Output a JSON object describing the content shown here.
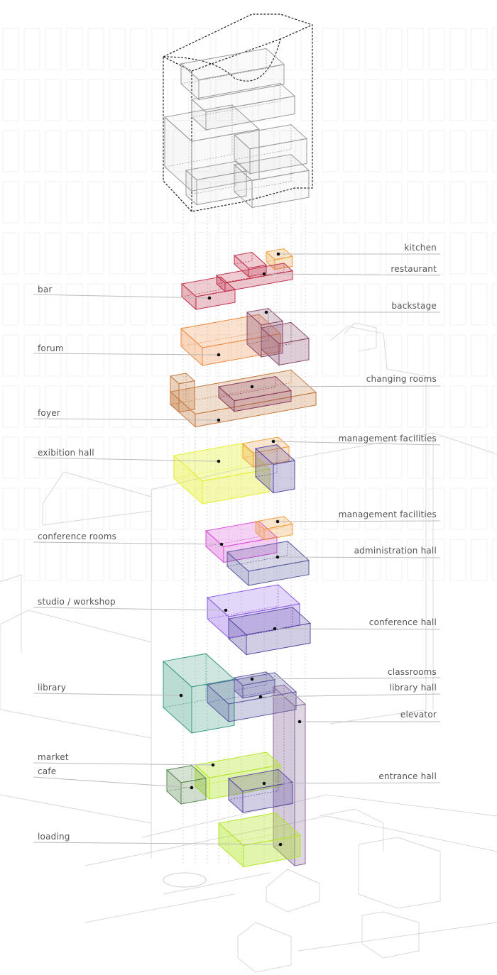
{
  "diagram": {
    "type": "exploded-axonometric",
    "labels_left": [
      {
        "id": "bar",
        "text": "bar",
        "color": "#c0304a"
      },
      {
        "id": "forum",
        "text": "forum",
        "color": "#f08a40"
      },
      {
        "id": "foyer",
        "text": "foyer",
        "color": "#c47a40"
      },
      {
        "id": "exibition-hall",
        "text": "exibition hall",
        "color": "#e6f030"
      },
      {
        "id": "conference-rooms",
        "text": "conference rooms",
        "color": "#d84ad8"
      },
      {
        "id": "studio-workshop",
        "text": "studio / workshop",
        "color": "#8a5ae6"
      },
      {
        "id": "library",
        "text": "library",
        "color": "#3a9a80"
      },
      {
        "id": "market",
        "text": "market",
        "color": "#b4e628"
      },
      {
        "id": "cafe",
        "text": "cafe",
        "color": "#5a8a50"
      },
      {
        "id": "loading",
        "text": "loading",
        "color": "#b4e628"
      }
    ],
    "labels_right": [
      {
        "id": "kitchen",
        "text": "kitchen",
        "color": "#f0a040"
      },
      {
        "id": "restaurant",
        "text": "restaurant",
        "color": "#c0304a"
      },
      {
        "id": "backstage",
        "text": "backstage",
        "color": "#8a4a6a"
      },
      {
        "id": "changing-rooms",
        "text": "changing rooms",
        "color": "#8a3a5a"
      },
      {
        "id": "management-facilities-1",
        "text": "management facilities",
        "color": "#f0a040"
      },
      {
        "id": "management-facilities-2",
        "text": "management facilities",
        "color": "#f0a040"
      },
      {
        "id": "administration-hall",
        "text": "administration hall",
        "color": "#5a5aa0"
      },
      {
        "id": "conference-hall",
        "text": "conference hall",
        "color": "#5a4aa0"
      },
      {
        "id": "classrooms",
        "text": "classrooms",
        "color": "#5a5aa0"
      },
      {
        "id": "library-hall",
        "text": "library hall",
        "color": "#5a5aa0"
      },
      {
        "id": "elevator",
        "text": "elevator",
        "color": "#8a6a9a"
      },
      {
        "id": "entrance-hall",
        "text": "entrance hall",
        "color": "#5a4aa0"
      }
    ]
  }
}
